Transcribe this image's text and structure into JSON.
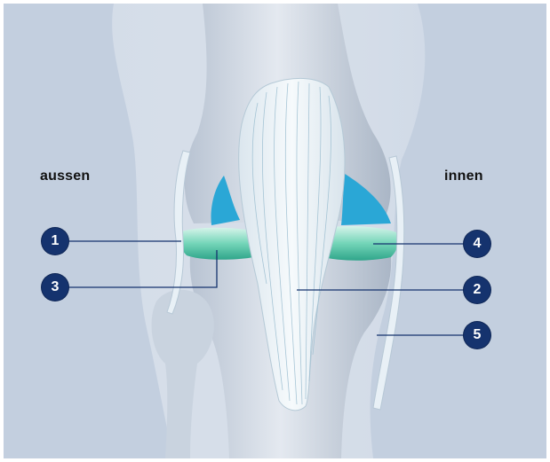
{
  "labels": {
    "outside": "aussen",
    "inside": "innen"
  },
  "callouts": [
    {
      "number": "1"
    },
    {
      "number": "2"
    },
    {
      "number": "3"
    },
    {
      "number": "4"
    },
    {
      "number": "5"
    }
  ],
  "colors": {
    "background": "#c3cfdf",
    "callout_fill": "#15336e",
    "callout_text": "#ffffff",
    "cartilage": "#2aa7d6",
    "meniscus": "#6fd3b3"
  }
}
